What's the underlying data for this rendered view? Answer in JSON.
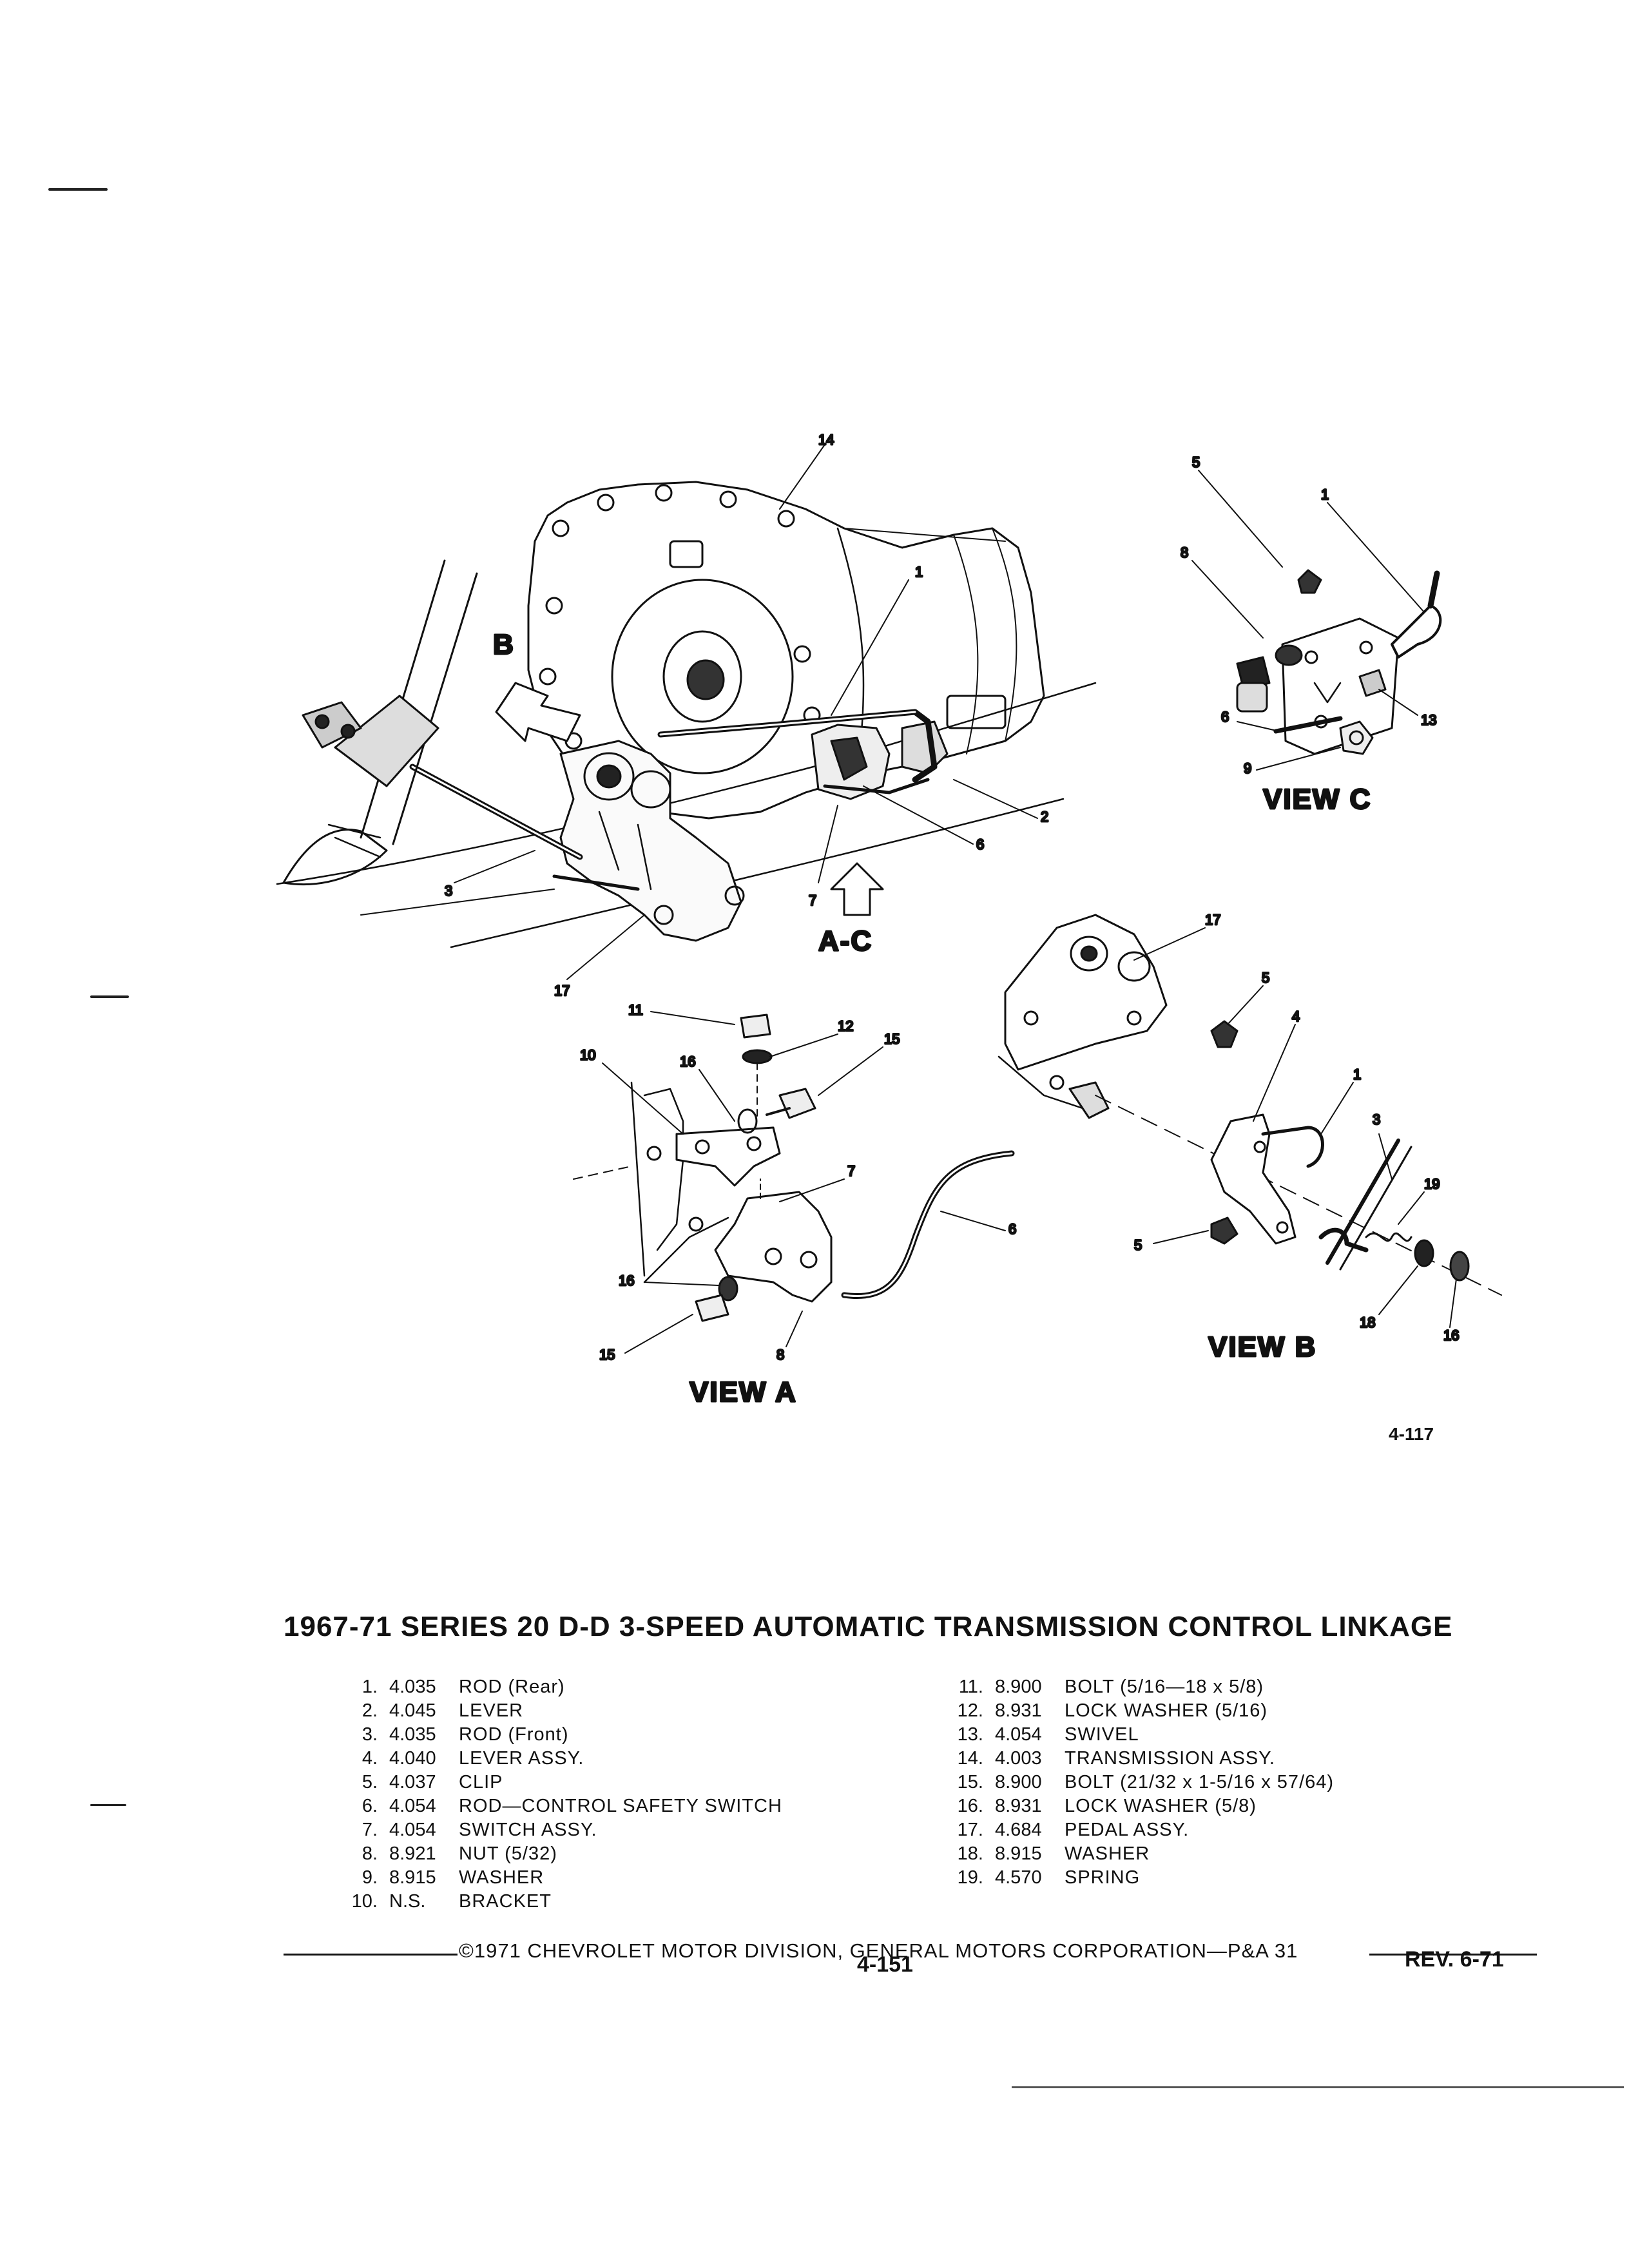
{
  "document": {
    "title": "1967-71 SERIES 20 D-D 3-SPEED AUTOMATIC TRANSMISSION CONTROL LINKAGE",
    "figure_number": "4-117",
    "page_number": "4-151",
    "revision": "REV. 6-71",
    "copyright": "©1971 CHEVROLET MOTOR DIVISION, GENERAL MOTORS CORPORATION—P&A 31"
  },
  "views": {
    "view_a": "VIEW A",
    "view_b": "VIEW B",
    "view_c": "VIEW C",
    "arrow_b": "B",
    "arrow_ac": "A-C"
  },
  "callouts": {
    "main": [
      "14",
      "1",
      "2",
      "6",
      "7",
      "3",
      "17"
    ],
    "view_c": [
      "5",
      "1",
      "8",
      "13",
      "6",
      "9"
    ],
    "view_a": [
      "11",
      "12",
      "15",
      "10",
      "16",
      "7",
      "6",
      "16",
      "15",
      "8"
    ],
    "view_b": [
      "17",
      "5",
      "4",
      "1",
      "3",
      "19",
      "5",
      "18",
      "16"
    ]
  },
  "parts_left": [
    {
      "num": "1.",
      "code": "4.035",
      "desc": "ROD (Rear)"
    },
    {
      "num": "2.",
      "code": "4.045",
      "desc": "LEVER"
    },
    {
      "num": "3.",
      "code": "4.035",
      "desc": "ROD (Front)"
    },
    {
      "num": "4.",
      "code": "4.040",
      "desc": "LEVER ASSY."
    },
    {
      "num": "5.",
      "code": "4.037",
      "desc": "CLIP"
    },
    {
      "num": "6.",
      "code": "4.054",
      "desc": "ROD—CONTROL SAFETY SWITCH"
    },
    {
      "num": "7.",
      "code": "4.054",
      "desc": "SWITCH ASSY."
    },
    {
      "num": "8.",
      "code": "8.921",
      "desc": "NUT (5/32)"
    },
    {
      "num": "9.",
      "code": "8.915",
      "desc": "WASHER"
    },
    {
      "num": "10.",
      "code": "N.S.",
      "desc": "BRACKET"
    }
  ],
  "parts_right": [
    {
      "num": "11.",
      "code": "8.900",
      "desc": "BOLT (5/16—18 x 5/8)"
    },
    {
      "num": "12.",
      "code": "8.931",
      "desc": "LOCK WASHER (5/16)"
    },
    {
      "num": "13.",
      "code": "4.054",
      "desc": "SWIVEL"
    },
    {
      "num": "14.",
      "code": "4.003",
      "desc": "TRANSMISSION ASSY."
    },
    {
      "num": "15.",
      "code": "8.900",
      "desc": "BOLT (21/32 x 1-5/16 x 57/64)"
    },
    {
      "num": "16.",
      "code": "8.931",
      "desc": "LOCK WASHER (5/8)"
    },
    {
      "num": "17.",
      "code": "4.684",
      "desc": "PEDAL ASSY."
    },
    {
      "num": "18.",
      "code": "8.915",
      "desc": "WASHER"
    },
    {
      "num": "19.",
      "code": "4.570",
      "desc": "SPRING"
    }
  ]
}
